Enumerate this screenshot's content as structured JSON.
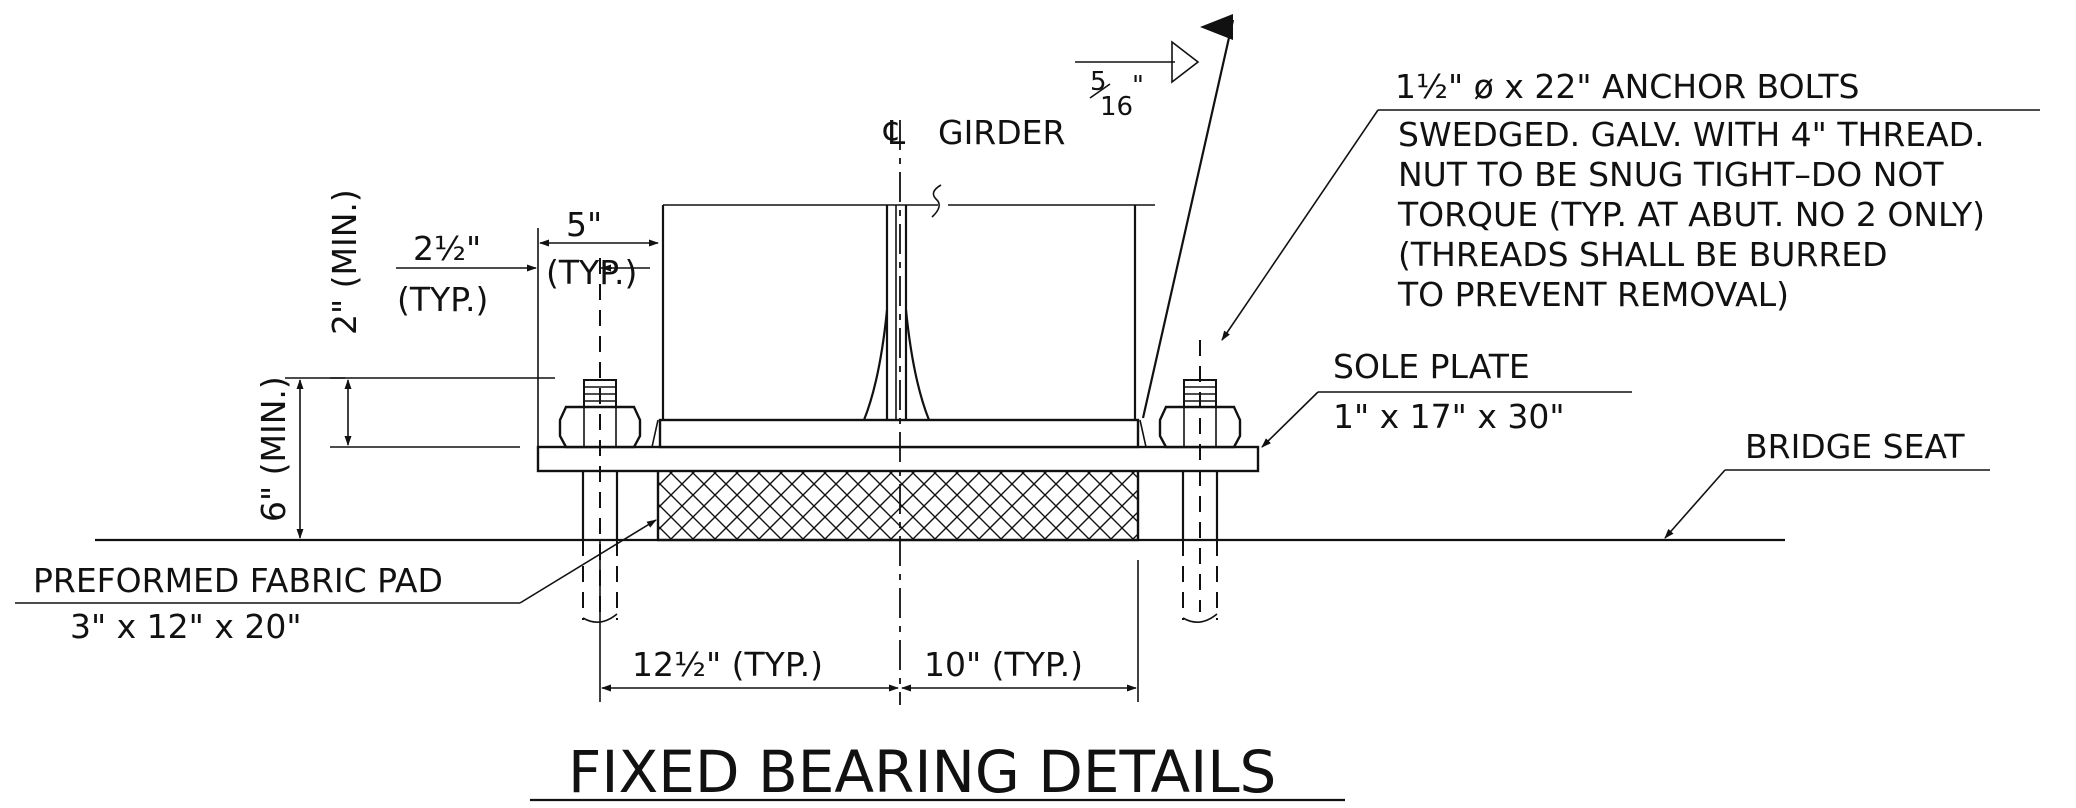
{
  "title": "FIXED BEARING DETAILS",
  "labels": {
    "centerline_symbol": "℄",
    "girder": "GIRDER",
    "weld_num": "5",
    "weld_den": "16",
    "weld_unit": "\"",
    "anchor_bolts": [
      "1½\" ø x 22\" ANCHOR BOLTS",
      "SWEDGED.  GALV. WITH 4\" THREAD.",
      "NUT TO BE SNUG TIGHT–DO NOT",
      "TORQUE (TYP. AT ABUT. NO 2 ONLY)",
      "(THREADS SHALL BE BURRED",
      "TO PREVENT REMOVAL)"
    ],
    "sole_plate": "SOLE PLATE",
    "sole_plate_size": "1\" x 17\" x 30\"",
    "bridge_seat": "BRIDGE SEAT",
    "fabric_pad": "PREFORMED FABRIC PAD",
    "fabric_pad_size": "3\" x 12\" x 20\"",
    "dim_5": "5\"",
    "dim_5_typ": "(TYP.)",
    "dim_2half": "2½\"",
    "dim_2half_typ": "(TYP.)",
    "dim_2min": "2\" (MIN.)",
    "dim_6min": "6\" (MIN.)",
    "dim_12half": "12½\" (TYP.)",
    "dim_10": "10\" (TYP.)"
  }
}
